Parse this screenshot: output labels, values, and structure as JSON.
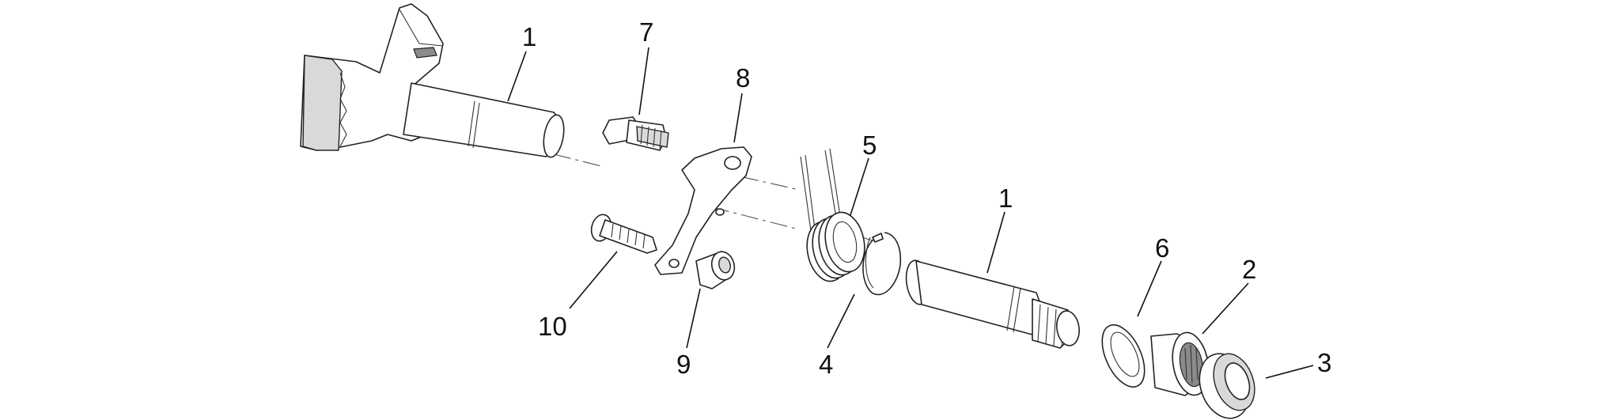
{
  "diagram": {
    "type": "exploded-parts-view",
    "callouts": [
      {
        "id": "c1a",
        "label": "1",
        "part": "shaft-lever"
      },
      {
        "id": "c7",
        "label": "7",
        "part": "stud-bolt"
      },
      {
        "id": "c8",
        "label": "8",
        "part": "bracket-plate"
      },
      {
        "id": "c5",
        "label": "5",
        "part": "torsion-spring"
      },
      {
        "id": "c1b",
        "label": "1",
        "part": "shaft-end"
      },
      {
        "id": "c6",
        "label": "6",
        "part": "washer"
      },
      {
        "id": "c2",
        "label": "2",
        "part": "needle-bearing"
      },
      {
        "id": "c3",
        "label": "3",
        "part": "seal-ring"
      },
      {
        "id": "c4",
        "label": "4",
        "part": "retaining-clip"
      },
      {
        "id": "c9",
        "label": "9",
        "part": "bushing"
      },
      {
        "id": "c10",
        "label": "10",
        "part": "pin"
      }
    ]
  }
}
